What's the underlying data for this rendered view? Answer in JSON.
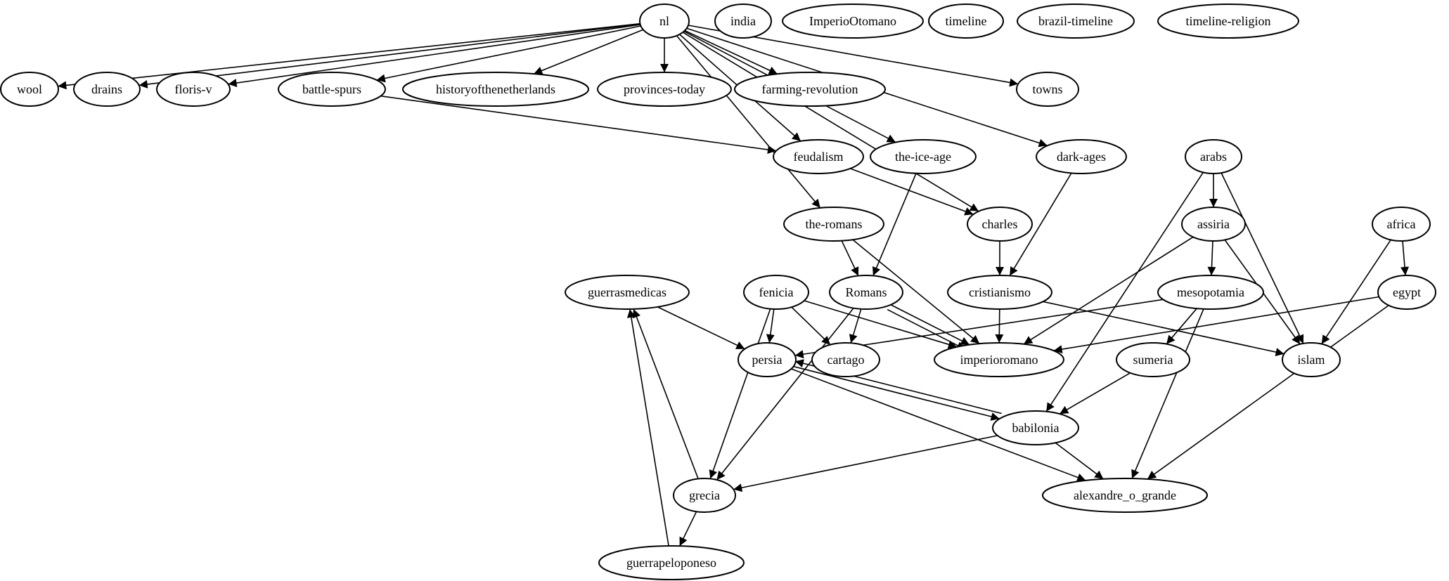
{
  "graph": {
    "nodes": [
      {
        "id": "nl",
        "label": "nl"
      },
      {
        "id": "india",
        "label": "india"
      },
      {
        "id": "ImperioOtomano",
        "label": "ImperioOtomano"
      },
      {
        "id": "timeline",
        "label": "timeline"
      },
      {
        "id": "brazil-timeline",
        "label": "brazil-timeline"
      },
      {
        "id": "timeline-religion",
        "label": "timeline-religion"
      },
      {
        "id": "wool",
        "label": "wool"
      },
      {
        "id": "drains",
        "label": "drains"
      },
      {
        "id": "floris-v",
        "label": "floris-v"
      },
      {
        "id": "battle-spurs",
        "label": "battle-spurs"
      },
      {
        "id": "historyofthenetherlands",
        "label": "historyofthenetherlands"
      },
      {
        "id": "provinces-today",
        "label": "provinces-today"
      },
      {
        "id": "farming-revolution",
        "label": "farming-revolution"
      },
      {
        "id": "towns",
        "label": "towns"
      },
      {
        "id": "feudalism",
        "label": "feudalism"
      },
      {
        "id": "the-ice-age",
        "label": "the-ice-age"
      },
      {
        "id": "dark-ages",
        "label": "dark-ages"
      },
      {
        "id": "arabs",
        "label": "arabs"
      },
      {
        "id": "the-romans",
        "label": "the-romans"
      },
      {
        "id": "charles",
        "label": "charles"
      },
      {
        "id": "assiria",
        "label": "assiria"
      },
      {
        "id": "africa",
        "label": "africa"
      },
      {
        "id": "guerrasmedicas",
        "label": "guerrasmedicas"
      },
      {
        "id": "fenicia",
        "label": "fenicia"
      },
      {
        "id": "Romans",
        "label": "Romans"
      },
      {
        "id": "cristianismo",
        "label": "cristianismo"
      },
      {
        "id": "mesopotamia",
        "label": "mesopotamia"
      },
      {
        "id": "egypt",
        "label": "egypt"
      },
      {
        "id": "persia",
        "label": "persia"
      },
      {
        "id": "cartago",
        "label": "cartago"
      },
      {
        "id": "imperioromano",
        "label": "imperioromano"
      },
      {
        "id": "sumeria",
        "label": "sumeria"
      },
      {
        "id": "islam",
        "label": "islam"
      },
      {
        "id": "babilonia",
        "label": "babilonia"
      },
      {
        "id": "grecia",
        "label": "grecia"
      },
      {
        "id": "alexandre_o_grande",
        "label": "alexandre_o_grande"
      },
      {
        "id": "guerrapeloponeso",
        "label": "guerrapeloponeso"
      }
    ],
    "edges": [
      {
        "from": "nl",
        "to": "wool"
      },
      {
        "from": "nl",
        "to": "drains"
      },
      {
        "from": "nl",
        "to": "floris-v"
      },
      {
        "from": "nl",
        "to": "battle-spurs"
      },
      {
        "from": "nl",
        "to": "historyofthenetherlands"
      },
      {
        "from": "nl",
        "to": "provinces-today"
      },
      {
        "from": "nl",
        "to": "farming-revolution"
      },
      {
        "from": "nl",
        "to": "towns"
      },
      {
        "from": "nl",
        "to": "feudalism"
      },
      {
        "from": "nl",
        "to": "the-ice-age"
      },
      {
        "from": "nl",
        "to": "charles"
      },
      {
        "from": "nl",
        "to": "dark-ages"
      },
      {
        "from": "nl",
        "to": "the-romans"
      },
      {
        "from": "battle-spurs",
        "to": "feudalism"
      },
      {
        "from": "feudalism",
        "to": "charles"
      },
      {
        "from": "the-ice-age",
        "to": "Romans"
      },
      {
        "from": "dark-ages",
        "to": "cristianismo"
      },
      {
        "from": "charles",
        "to": "cristianismo"
      },
      {
        "from": "the-romans",
        "to": "Romans"
      },
      {
        "from": "the-romans",
        "to": "imperioromano"
      },
      {
        "from": "arabs",
        "to": "assiria"
      },
      {
        "from": "arabs",
        "to": "islam"
      },
      {
        "from": "arabs",
        "to": "babilonia"
      },
      {
        "from": "assiria",
        "to": "mesopotamia"
      },
      {
        "from": "assiria",
        "to": "imperioromano"
      },
      {
        "from": "assiria",
        "to": "islam"
      },
      {
        "from": "africa",
        "to": "egypt"
      },
      {
        "from": "africa",
        "to": "islam"
      },
      {
        "from": "egypt",
        "to": "imperioromano"
      },
      {
        "from": "egypt",
        "to": "alexandre_o_grande"
      },
      {
        "from": "mesopotamia",
        "to": "persia"
      },
      {
        "from": "mesopotamia",
        "to": "sumeria"
      },
      {
        "from": "mesopotamia",
        "to": "alexandre_o_grande"
      },
      {
        "from": "cristianismo",
        "to": "imperioromano"
      },
      {
        "from": "cristianismo",
        "to": "islam"
      },
      {
        "from": "Romans",
        "to": "cartago"
      },
      {
        "from": "Romans",
        "to": "imperioromano"
      },
      {
        "from": "Romans",
        "to": "imperioromano"
      },
      {
        "from": "Romans",
        "to": "grecia"
      },
      {
        "from": "fenicia",
        "to": "persia"
      },
      {
        "from": "fenicia",
        "to": "cartago"
      },
      {
        "from": "fenicia",
        "to": "imperioromano"
      },
      {
        "from": "fenicia",
        "to": "grecia"
      },
      {
        "from": "guerrasmedicas",
        "to": "persia"
      },
      {
        "from": "sumeria",
        "to": "babilonia"
      },
      {
        "from": "persia",
        "to": "babilonia"
      },
      {
        "from": "babilonia",
        "to": "persia"
      },
      {
        "from": "persia",
        "to": "alexandre_o_grande"
      },
      {
        "from": "babilonia",
        "to": "grecia"
      },
      {
        "from": "babilonia",
        "to": "alexandre_o_grande"
      },
      {
        "from": "grecia",
        "to": "guerrasmedicas"
      },
      {
        "from": "grecia",
        "to": "guerrapeloponeso"
      },
      {
        "from": "guerrapeloponeso",
        "to": "guerrasmedicas"
      }
    ]
  }
}
